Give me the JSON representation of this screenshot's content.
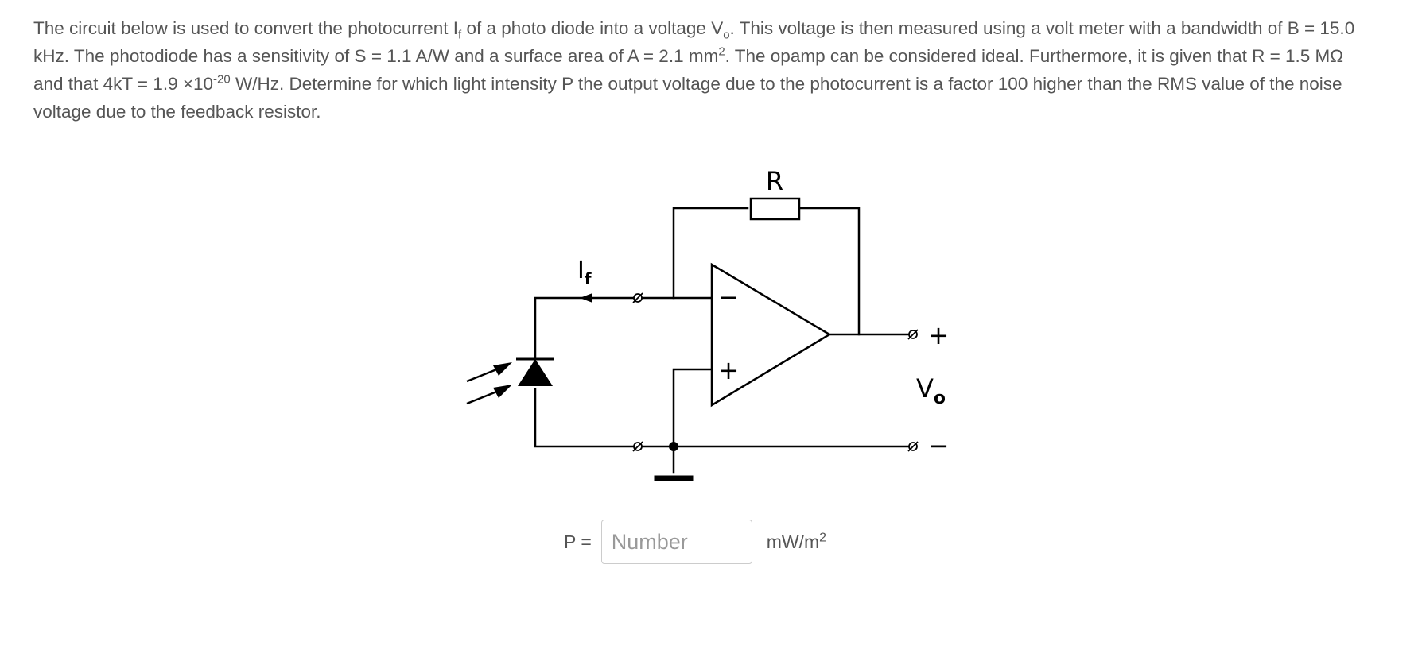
{
  "question": {
    "t1": "The circuit below is used to convert the photocurrent I",
    "t1_sub": "f",
    "t2": " of a photo diode into a voltage V",
    "t2_sub": "o",
    "t3": ". This voltage is then measured using a volt meter with a bandwidth of B = 15.0 kHz. The photodiode has a sensitivity of S = 1.1 A/W and a surface area of A = 2.1 mm",
    "t3_sup": "2",
    "t4": ". The opamp can be considered ideal. Furthermore, it is given that R = 1.5 MΩ and that 4kT = 1.9 ×10",
    "t4_sup": "-20",
    "t5": " W/Hz. Determine for which light intensity P the output voltage due to the photocurrent is a factor 100 higher than the RMS value of the noise voltage due to the feedback resistor."
  },
  "circuit": {
    "resistor_label": "R",
    "current_label": "I",
    "current_label_sub": "f",
    "opamp_minus": "−",
    "opamp_plus": "+",
    "output_plus": "+",
    "output_minus": "−",
    "output_label": "V",
    "output_label_sub": "o"
  },
  "answer": {
    "label": "P =",
    "placeholder": "Number",
    "unit": "mW/m",
    "unit_sup": "2"
  }
}
